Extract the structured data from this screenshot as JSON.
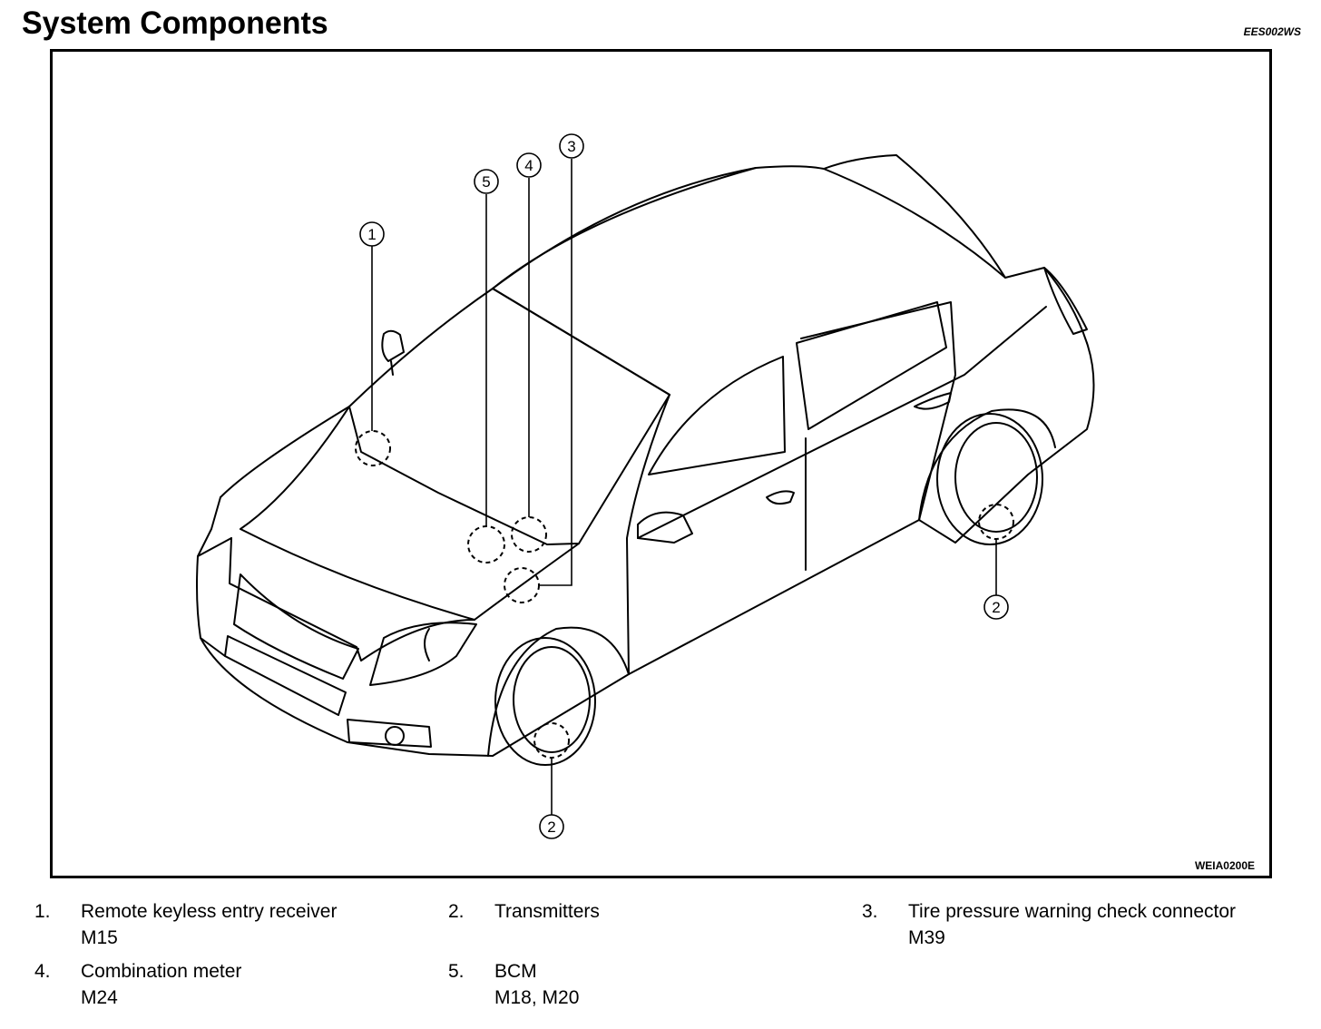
{
  "page": {
    "title": "System Components",
    "section_code": "EES002WS",
    "figure_code": "WEIA0200E"
  },
  "callouts": [
    {
      "num": "1"
    },
    {
      "num": "2"
    },
    {
      "num": "2"
    },
    {
      "num": "3"
    },
    {
      "num": "4"
    },
    {
      "num": "5"
    }
  ],
  "legend": [
    {
      "num": "1.",
      "name": "Remote keyless entry receiver",
      "connector": "M15"
    },
    {
      "num": "2.",
      "name": "Transmitters",
      "connector": ""
    },
    {
      "num": "3.",
      "name": "Tire pressure warning check connector",
      "connector": "M39"
    },
    {
      "num": "4.",
      "name": "Combination meter",
      "connector": "M24"
    },
    {
      "num": "5.",
      "name": "BCM",
      "connector": "M18, M20"
    }
  ]
}
